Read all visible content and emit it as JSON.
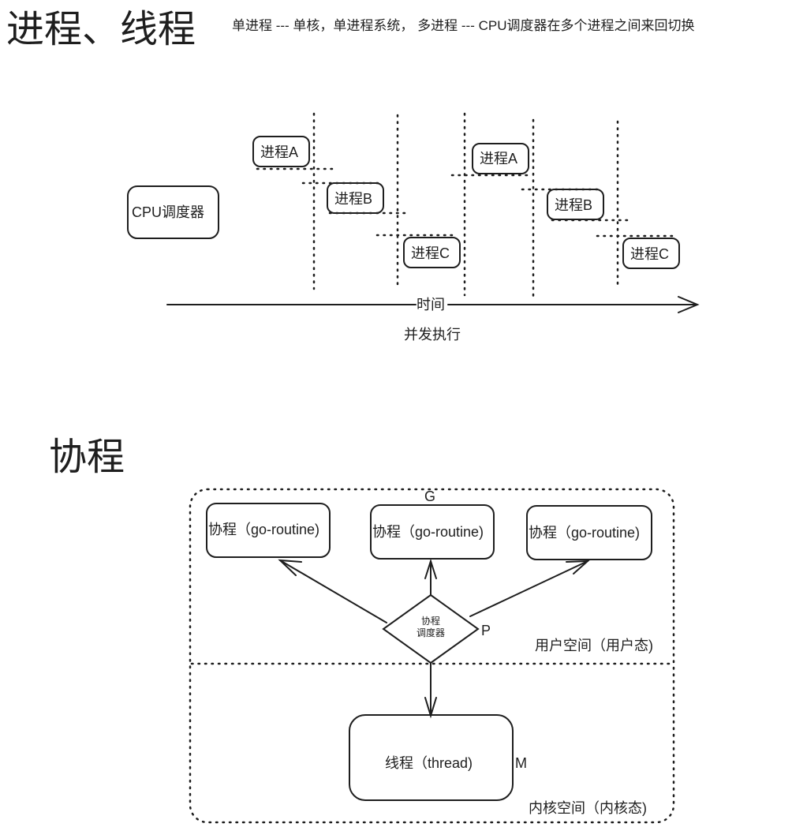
{
  "section1": {
    "title": "进程、线程",
    "subtitle": "单进程  --- 单核，单进程系统，   多进程 --- CPU调度器在多个进程之间来回切换",
    "scheduler_label": "CPU调度器",
    "timeline_label": "时间",
    "caption": "并发执行",
    "processes": [
      {
        "label": "进程A"
      },
      {
        "label": "进程B"
      },
      {
        "label": "进程C"
      },
      {
        "label": "进程A"
      },
      {
        "label": "进程B"
      },
      {
        "label": "进程C"
      }
    ]
  },
  "section2": {
    "title": "协程",
    "goroutines": [
      {
        "label": "协程（go-routine)"
      },
      {
        "label": "协程（go-routine)"
      },
      {
        "label": "协程（go-routine)"
      }
    ],
    "g_label": "G",
    "p_label": "P",
    "m_label": "M",
    "scheduler_line1": "协程",
    "scheduler_line2": "调度器",
    "user_space_label": "用户空间（用户态)",
    "kernel_space_label": "内核空间（内核态)",
    "thread_label": "线程（thread)"
  }
}
